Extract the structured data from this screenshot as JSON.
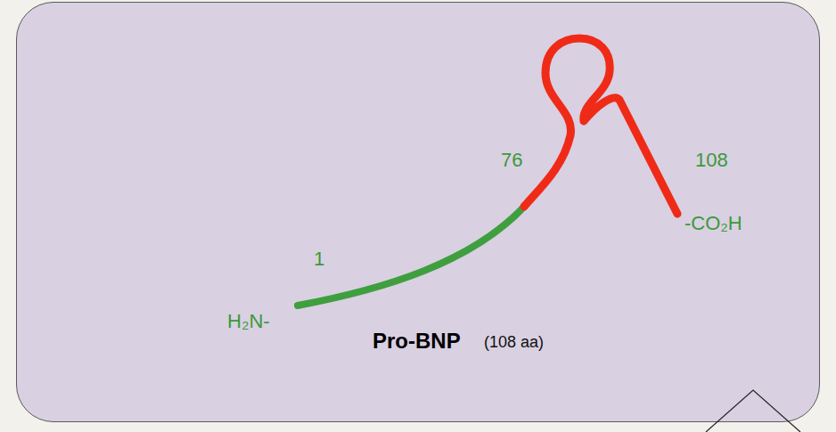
{
  "diagram": {
    "nodes": [
      {
        "text": [
          "Pro-BNP",
          "(108 aa)"
        ]
      }
    ],
    "labels": [
      "1",
      "H₂N-",
      "76",
      "108",
      "-CO₂H"
    ]
  }
}
